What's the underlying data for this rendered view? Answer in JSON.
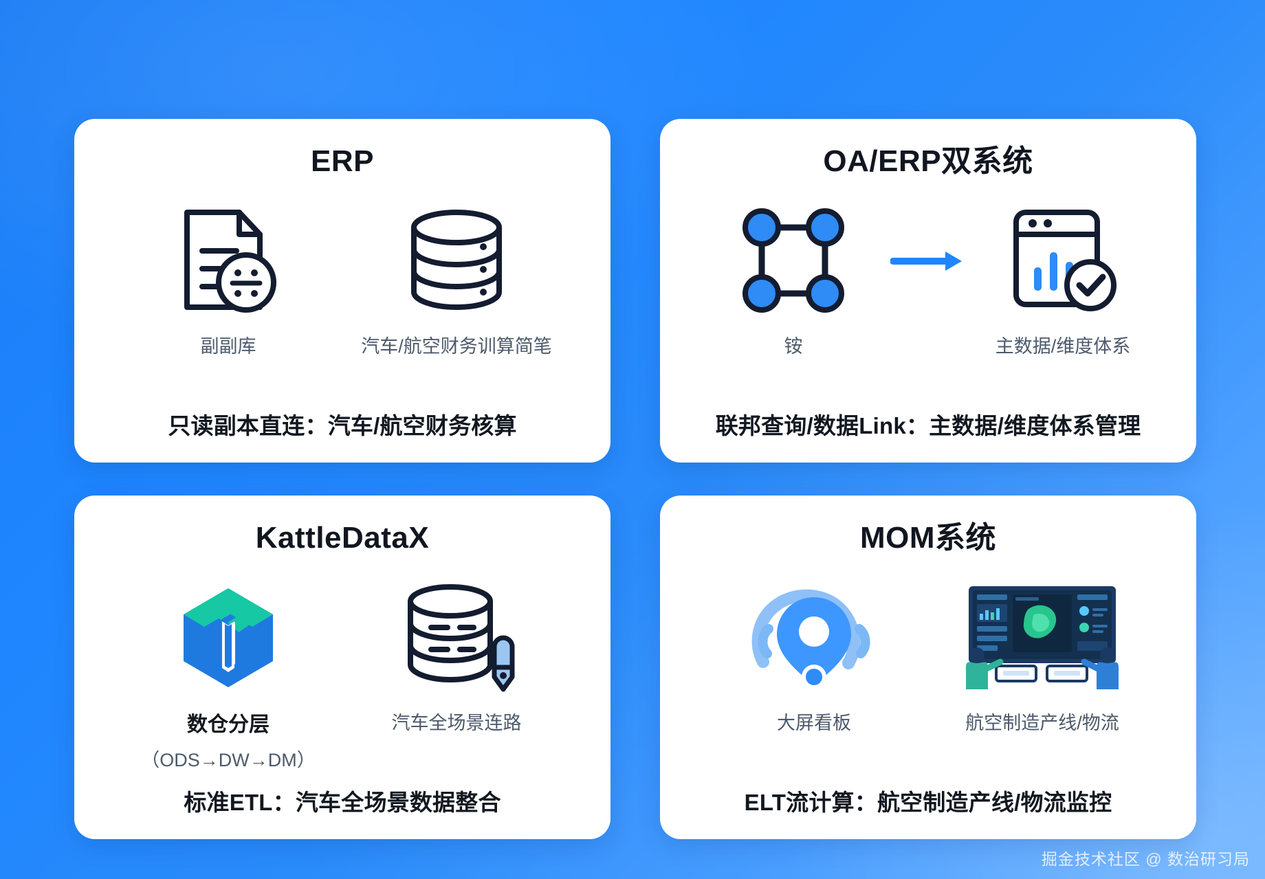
{
  "background": {
    "accent_blue": "#1f86ff",
    "accent_blue_light": "#63adff"
  },
  "cards": [
    {
      "id": "erp",
      "title": "ERP",
      "icons": [
        {
          "name": "document-calculator-icon",
          "label": "副副库",
          "sublabel": ""
        },
        {
          "name": "database-stack-icon",
          "label": "汽车/航空财务训算简笔",
          "sublabel": ""
        }
      ],
      "caption": "只读副本直连：汽车/航空财务核算"
    },
    {
      "id": "oa-erp",
      "title": "OA/ERP双系统",
      "icons": [
        {
          "name": "node-network-icon",
          "label": "铵",
          "sublabel": ""
        },
        {
          "name": "dashboard-check-icon",
          "label": "主数据/维度体系",
          "sublabel": ""
        }
      ],
      "arrow": "arrow-right-icon",
      "caption": "联邦查询/数据Link：主数据/维度体系管理"
    },
    {
      "id": "kattledatax",
      "title": "KattleDataX",
      "icons": [
        {
          "name": "layered-warehouse-icon",
          "label": "数仓分层",
          "sublabel": "（ODS→DW→DM）"
        },
        {
          "name": "database-link-icon",
          "label": "汽车全场景连路",
          "sublabel": ""
        }
      ],
      "caption": "标准ETL：汽车全场景数据整合"
    },
    {
      "id": "mom",
      "title": "MOM系统",
      "icons": [
        {
          "name": "location-pin-screen-icon",
          "label": "大屏看板",
          "sublabel": ""
        },
        {
          "name": "control-room-display-icon",
          "label": "航空制造产线/物流",
          "sublabel": ""
        }
      ],
      "caption": "ELT流计算：航空制造产线/物流监控"
    }
  ],
  "watermark": "掘金技术社区 @ 数治研习局"
}
